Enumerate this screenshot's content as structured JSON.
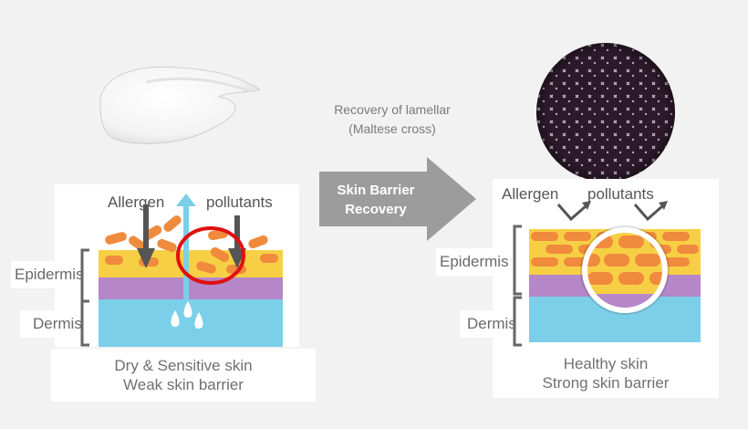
{
  "arrow": {
    "line1": "Skin Barrier",
    "line2": "Recovery"
  },
  "microscope": {
    "line1": "Recovery of lamellar",
    "line2": "(Maltese cross)"
  },
  "left": {
    "allergen": "Allergen",
    "pollutants": "pollutants",
    "epidermis": "Epidermis",
    "dermis": "Dermis",
    "caption1": "Dry & Sensitive skin",
    "caption2": "Weak skin barrier"
  },
  "right": {
    "allergen": "Allergen",
    "pollutants": "pollutants",
    "epidermis": "Epidermis",
    "dermis": "Dermis",
    "caption1": "Healthy skin",
    "caption2": "Strong skin barrier"
  },
  "colors": {
    "brick": "#f08a3c",
    "epidermis_yellow": "#f7cf45",
    "purple_layer": "#b586c8",
    "dermis_blue": "#7ccfe8",
    "highlight_red": "#e01010",
    "arrow_gray": "#9c9c9c"
  }
}
